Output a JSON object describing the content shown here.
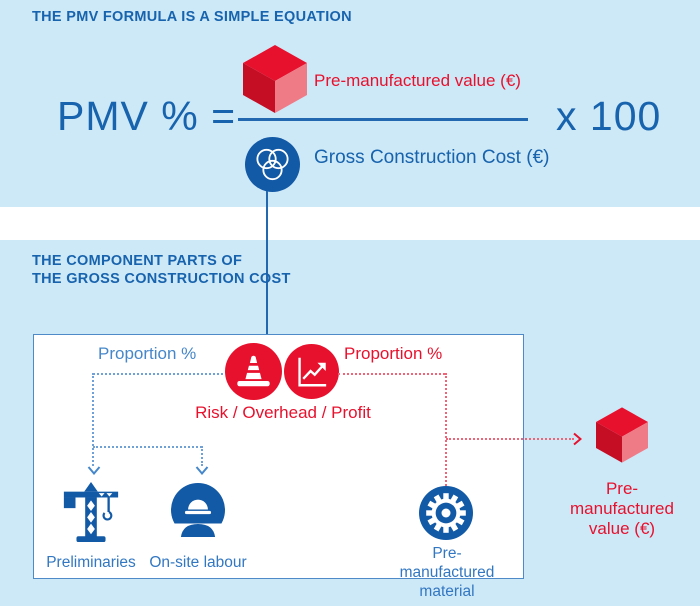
{
  "colors": {
    "background_blue": "#cde8f7",
    "dark_blue_text": "#1763ad",
    "icon_blue": "#1259a6",
    "item_label_blue": "#3277c2",
    "proportion_blue": "#4587ca",
    "red": "#e8112d",
    "cube_top": "#e8112d",
    "cube_left": "#c50d24",
    "cube_right": "#ef7b87",
    "box_border_blue": "#4e8ac7"
  },
  "formula_section": {
    "heading": "THE PMV FORMULA IS A SIMPLE EQUATION",
    "lhs": "PMV % =",
    "numerator": {
      "icon": "red-cube-icon",
      "label": "Pre-manufactured value (€)"
    },
    "denominator": {
      "icon": "venn-circles-icon",
      "label": "Gross Construction Cost (€)"
    },
    "multiplier": "x 100"
  },
  "components_section": {
    "heading_line1": "THE COMPONENT PARTS OF",
    "heading_line2": "THE GROSS CONSTRUCTION COST",
    "proportion_left": "Proportion %",
    "proportion_right": "Proportion %",
    "risk_icons": [
      "traffic-cone-icon",
      "growth-chart-icon"
    ],
    "risk_overhead_profit": "Risk / Overhead / Profit",
    "items": [
      {
        "icon": "crane-icon",
        "label": "Preliminaries"
      },
      {
        "icon": "worker-icon",
        "label": "On-site labour"
      },
      {
        "icon": "saw-blade-icon",
        "label": "Pre-manufactured material"
      }
    ],
    "output": {
      "icon": "red-cube-icon",
      "label_line1": "Pre-",
      "label_line2": "manufactured",
      "label_line3": "value (€)"
    }
  }
}
